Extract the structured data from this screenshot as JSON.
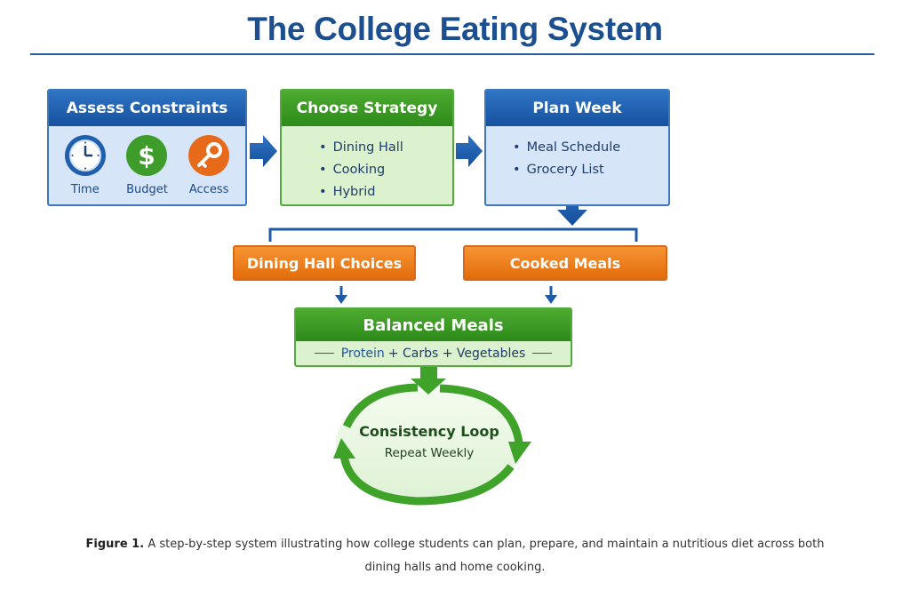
{
  "title": "The College Eating System",
  "assess": {
    "title": "Assess Constraints",
    "icons": [
      {
        "label": "Time",
        "icon": "clock-icon",
        "color": "#1f5fae"
      },
      {
        "label": "Budget",
        "icon": "dollar-icon",
        "color": "#3d9c2a"
      },
      {
        "label": "Access",
        "icon": "key-icon",
        "color": "#e66a1a"
      }
    ]
  },
  "strategy": {
    "title": "Choose Strategy",
    "items": [
      "Dining Hall",
      "Cooking",
      "Hybrid"
    ]
  },
  "plan": {
    "title": "Plan Week",
    "items": [
      "Meal Schedule",
      "Grocery List"
    ]
  },
  "dining_choices": "Dining Hall Choices",
  "cooked_meals": "Cooked Meals",
  "balanced": {
    "title": "Balanced Meals",
    "protein": "Protein",
    "rest": "+ Carbs + Vegetables"
  },
  "loop": {
    "title": "Consistency Loop",
    "subtitle": "Repeat Weekly"
  },
  "caption": {
    "label": "Figure 1.",
    "line1": "A step-by-step system illustrating how college students can plan, prepare, and maintain a nutritious diet across both",
    "line2": "dining halls and home cooking."
  },
  "colors": {
    "blue": "#1f5fae",
    "green": "#3d9c2a",
    "orange": "#e66a1a"
  }
}
